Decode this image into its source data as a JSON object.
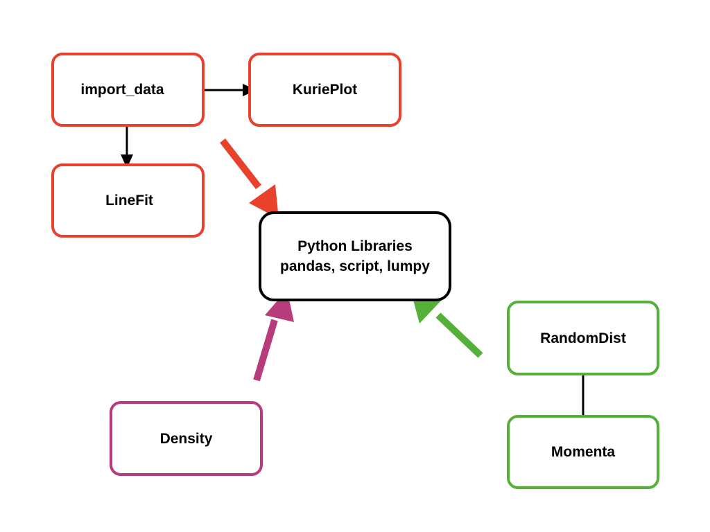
{
  "colors": {
    "red": "#e8412c",
    "black": "#000000",
    "green": "#55b03a",
    "magenta": "#b83c7c"
  },
  "nodes": {
    "import_data": {
      "label": "import_data",
      "color": "#e8412c"
    },
    "kurieplot": {
      "label": "KuriePlot",
      "color": "#e8412c"
    },
    "linefit": {
      "label": "LineFit",
      "color": "#e8412c"
    },
    "python_libraries": {
      "line1": "Python Libraries",
      "line2": "pandas, script, lumpy",
      "color": "#000000"
    },
    "randomdist": {
      "label": "RandomDist",
      "color": "#55b03a"
    },
    "momenta": {
      "label": "Momenta",
      "color": "#55b03a"
    },
    "density": {
      "label": "Density",
      "color": "#b83c7c"
    }
  },
  "edges": [
    {
      "from": "import_data",
      "to": "kurieplot",
      "color": "#000000",
      "style": "thin"
    },
    {
      "from": "import_data",
      "to": "linefit",
      "color": "#000000",
      "style": "thin"
    },
    {
      "from": "import_data",
      "to": "python_libraries",
      "color": "#e8412c",
      "style": "thick"
    },
    {
      "from": "density",
      "to": "python_libraries",
      "color": "#b83c7c",
      "style": "thick"
    },
    {
      "from": "randomdist",
      "to": "python_libraries",
      "color": "#55b03a",
      "style": "thick"
    },
    {
      "from": "randomdist",
      "to": "momenta",
      "color": "#000000",
      "style": "thin"
    }
  ]
}
